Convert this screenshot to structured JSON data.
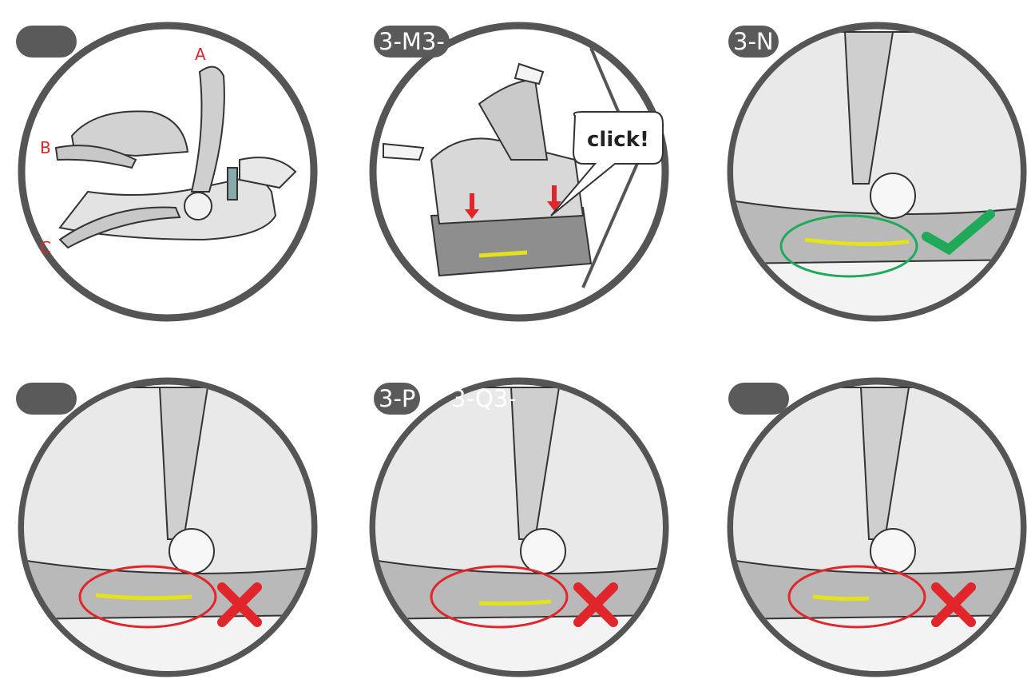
{
  "panels": [
    {
      "id": "carrier-overview",
      "badge": "",
      "part_labels": [
        "A",
        "B",
        "C"
      ]
    },
    {
      "id": "3-M",
      "badge": "3-M3-",
      "callout": "click!"
    },
    {
      "id": "3-N",
      "badge": "3-N",
      "status": "correct"
    },
    {
      "id": "3-O",
      "badge": "",
      "status": "incorrect"
    },
    {
      "id": "3-P",
      "badge": "3-P",
      "overlay": "3-Q3-",
      "status": "incorrect"
    },
    {
      "id": "3-Q",
      "badge": "",
      "status": "incorrect"
    }
  ],
  "colors": {
    "frame": "#555555",
    "seat_fill": "#d9d9d9",
    "base_fill": "#9a9a9a",
    "indicator_yellow": "#e4e21a",
    "ok_green": "#1faa59",
    "error_red": "#e0262b"
  },
  "icons": {
    "correct": "check-mark-icon",
    "incorrect": "cross-mark-icon",
    "press": "down-arrow-icon"
  }
}
